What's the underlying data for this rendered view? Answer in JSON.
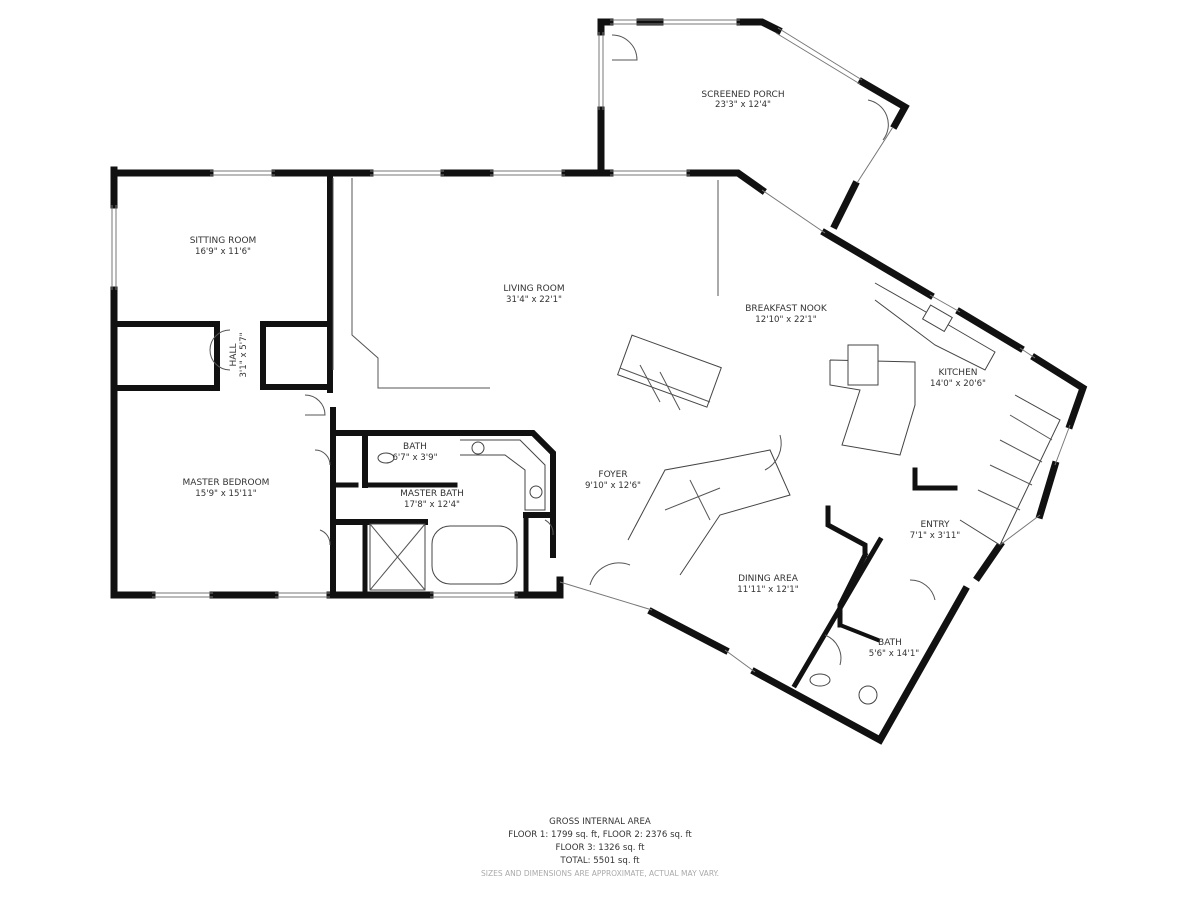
{
  "rooms": {
    "screened_porch": {
      "name": "SCREENED PORCH",
      "dims": "23'3\" x 12'4\""
    },
    "sitting_room": {
      "name": "SITTING ROOM",
      "dims": "16'9\" x 11'6\""
    },
    "living_room": {
      "name": "LIVING ROOM",
      "dims": "31'4\" x 22'1\""
    },
    "breakfast_nook": {
      "name": "BREAKFAST NOOK",
      "dims": "12'10\" x 22'1\""
    },
    "kitchen": {
      "name": "KITCHEN",
      "dims": "14'0\" x 20'6\""
    },
    "hall": {
      "name": "HALL",
      "dims": "3'1\" x 5'7\""
    },
    "bath_upper": {
      "name": "BATH",
      "dims": "6'7\" x 3'9\""
    },
    "master_bath": {
      "name": "MASTER BATH",
      "dims": "17'8\" x 12'4\""
    },
    "master_bedroom": {
      "name": "MASTER BEDROOM",
      "dims": "15'9\" x 15'11\""
    },
    "foyer": {
      "name": "FOYER",
      "dims": "9'10\" x 12'6\""
    },
    "entry": {
      "name": "ENTRY",
      "dims": "7'1\" x 3'11\""
    },
    "dining_area": {
      "name": "DINING AREA",
      "dims": "11'11\" x 12'1\""
    },
    "bath_lower": {
      "name": "BATH",
      "dims": "5'6\" x 14'1\""
    }
  },
  "summary": {
    "title": "GROSS INTERNAL AREA",
    "floors_1_2": "FLOOR 1: 1799 sq. ft, FLOOR 2: 2376 sq. ft",
    "floor_3": "FLOOR 3: 1326 sq. ft",
    "total": "TOTAL: 5501 sq. ft",
    "disclaimer": "SIZES AND DIMENSIONS ARE APPROXIMATE, ACTUAL MAY VARY."
  }
}
